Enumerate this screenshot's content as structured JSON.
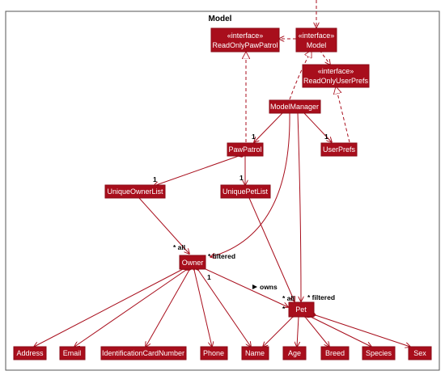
{
  "package": {
    "title": "Model"
  },
  "nodes": {
    "readonly_pawpatrol": {
      "stereotype": "«interface»",
      "name": "ReadOnlyPawPatrol"
    },
    "model": {
      "stereotype": "«interface»",
      "name": "Model"
    },
    "readonly_userprefs": {
      "stereotype": "«interface»",
      "name": "ReadOnlyUserPrefs"
    },
    "modelmanager": {
      "name": "ModelManager"
    },
    "pawpatrol": {
      "name": "PawPatrol"
    },
    "userprefs": {
      "name": "UserPrefs"
    },
    "uniqueownerlist": {
      "name": "UniqueOwnerList"
    },
    "uniquepetlist": {
      "name": "UniquePetList"
    },
    "owner": {
      "name": "Owner"
    },
    "pet": {
      "name": "Pet"
    },
    "address": {
      "name": "Address"
    },
    "email": {
      "name": "Email"
    },
    "idcard": {
      "name": "IdentificationCardNumber"
    },
    "phone": {
      "name": "Phone"
    },
    "name": {
      "name": "Name"
    },
    "age": {
      "name": "Age"
    },
    "breed": {
      "name": "Breed"
    },
    "species": {
      "name": "Species"
    },
    "sex": {
      "name": "Sex"
    }
  },
  "labels": {
    "mm_pawpatrol": "1",
    "mm_userprefs": "1",
    "pp_ownerlist": "1",
    "pp_petlist": "1",
    "owner_all": "* all",
    "owner_filtered": "* filtered",
    "owner_pet_one": "1",
    "owns": "owns",
    "pet_all": "* all",
    "pet_filtered": "* filtered",
    "pet_star": "*"
  }
}
